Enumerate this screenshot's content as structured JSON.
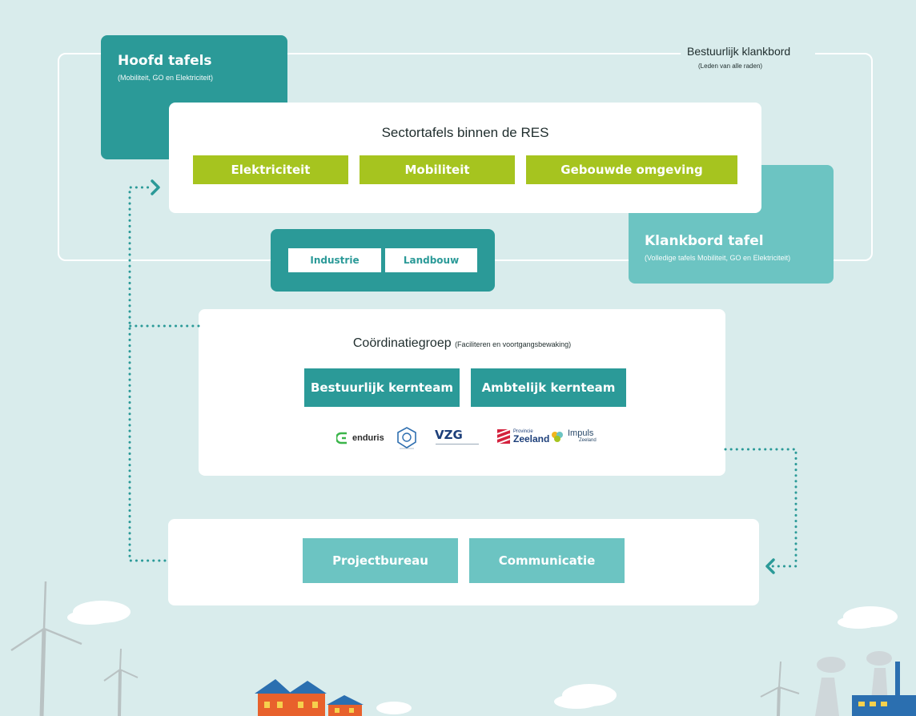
{
  "bestuurlijk": {
    "title": "Bestuurlijk klankbord",
    "subtitle": "(Leden van alle raden)"
  },
  "hoofd": {
    "title": "Hoofd tafels",
    "subtitle": "(Mobiliteit, GO en Elektriciteit)"
  },
  "sector": {
    "title": "Sectortafels binnen de RES",
    "items": [
      "Elektriciteit",
      "Mobiliteit",
      "Gebouwde omgeving"
    ]
  },
  "extra": {
    "items": [
      "Industrie",
      "Landbouw"
    ]
  },
  "klankbord": {
    "title": "Klankbord tafel",
    "subtitle": "(Volledige tafels Mobiliteit, GO en Elektriciteit)"
  },
  "coordinatie": {
    "title": "Coördinatiegroep",
    "subtitle": "(Faciliteren en voortgangsbewaking)",
    "items": [
      "Bestuurlijk kernteam",
      "Ambtelijk kernteam"
    ]
  },
  "logos": {
    "enduris": "enduris",
    "vzg": "VZG",
    "zeeland_small": "Provincie",
    "zeeland": "Zeeland",
    "impuls": "Impuls",
    "impuls_small": "Zeeland"
  },
  "bottom": {
    "items": [
      "Projectbureau",
      "Communicatie"
    ]
  },
  "colors": {
    "background": "#d9ecec",
    "teal_dark": "#2b9a98",
    "teal_light": "#6cc4c2",
    "green": "#a6c41f",
    "white": "#ffffff"
  }
}
